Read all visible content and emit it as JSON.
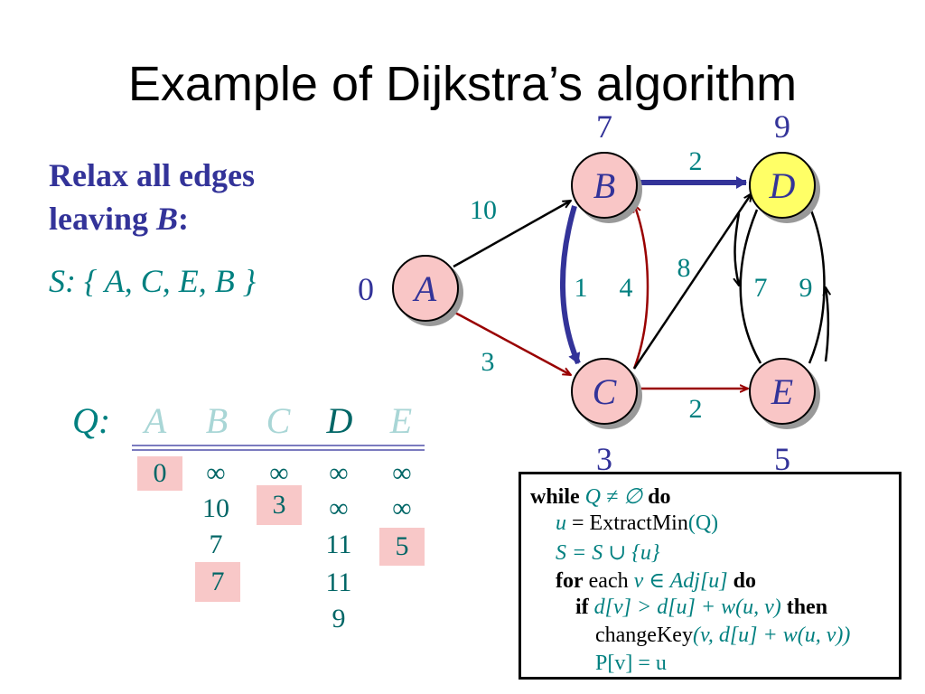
{
  "slide": {
    "title": "Example of Dijkstra’s algorithm",
    "instruction_line1": "Relax all edges",
    "instruction_line2_prefix": "leaving ",
    "instruction_line2_node": "B",
    "instruction_line2_suffix": ":",
    "s_set": "S: { A, C, E, B }"
  },
  "graph": {
    "nodes": [
      {
        "id": "A",
        "label": "A",
        "distance": "0",
        "fill": "#f9c6c6"
      },
      {
        "id": "B",
        "label": "B",
        "distance": "7",
        "fill": "#f9c6c6"
      },
      {
        "id": "C",
        "label": "C",
        "distance": "3",
        "fill": "#f9c6c6"
      },
      {
        "id": "D",
        "label": "D",
        "distance": "9",
        "fill": "#ffff66"
      },
      {
        "id": "E",
        "label": "E",
        "distance": "5",
        "fill": "#f9c6c6"
      }
    ],
    "edges": [
      {
        "from": "A",
        "to": "B",
        "weight": "10",
        "color": "#000000"
      },
      {
        "from": "A",
        "to": "C",
        "weight": "3",
        "color": "#990000"
      },
      {
        "from": "B",
        "to": "D",
        "weight": "2",
        "color": "#333399"
      },
      {
        "from": "B",
        "to": "C",
        "weight": "1",
        "color": "#333399"
      },
      {
        "from": "C",
        "to": "B",
        "weight": "4",
        "color": "#990000"
      },
      {
        "from": "C",
        "to": "D",
        "weight": "8",
        "color": "#000000"
      },
      {
        "from": "C",
        "to": "E",
        "weight": "2",
        "color": "#990000"
      },
      {
        "from": "D",
        "to": "E",
        "weight": "7",
        "color": "#000000"
      },
      {
        "from": "E",
        "to": "D",
        "weight": "9",
        "color": "#000000"
      }
    ],
    "colors": {
      "relaxed_edge": "#333399",
      "tree_edge": "#990000",
      "distance_label": "#333399",
      "weight_label": "#008080"
    }
  },
  "queue": {
    "label": "Q:",
    "headers": [
      "A",
      "B",
      "C",
      "D",
      "E"
    ],
    "rows": [
      [
        "0",
        "∞",
        "∞",
        "∞",
        "∞"
      ],
      [
        "",
        "10",
        "3",
        "∞",
        "∞"
      ],
      [
        "",
        "7",
        "",
        "11",
        "5"
      ],
      [
        "",
        "7",
        "",
        "11",
        ""
      ],
      [
        "",
        "",
        "",
        "9",
        ""
      ]
    ],
    "highlighted": [
      "0",
      "3",
      "5",
      "7"
    ]
  },
  "algorithm": {
    "line1": {
      "kw1": "while",
      "cond": "Q ≠ ∅",
      "kw2": "do"
    },
    "line2": {
      "lhs": "u",
      "eq": "=",
      "fn": "ExtractMin",
      "arg": "(Q)"
    },
    "line3": "S = S ∪ {u}",
    "line4": {
      "kw1": "for",
      "word": "each",
      "expr": "v ∈ Adj[u]",
      "kw2": "do"
    },
    "line5": {
      "kw1": "if",
      "cond": "d[v] > d[u] + w(u, v)",
      "kw2": "then"
    },
    "line6": {
      "fn": "changeKey",
      "args": "(v, d[u] + w(u, v))"
    },
    "line7": "P[v] = u"
  }
}
